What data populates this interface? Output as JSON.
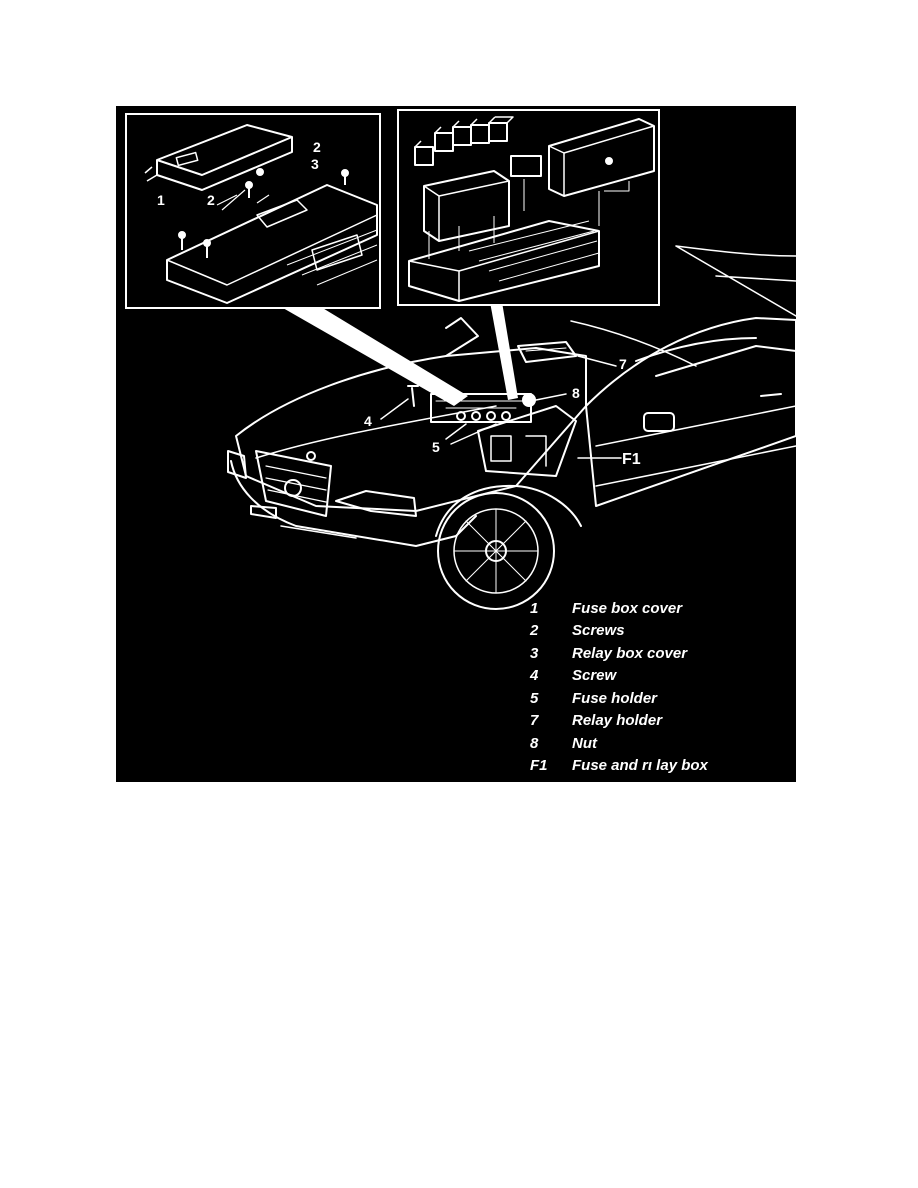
{
  "callouts": {
    "c1": "1",
    "c2a": "2",
    "c3": "3",
    "c2b": "2",
    "c4": "4",
    "c5": "5",
    "c7": "7",
    "c8": "8",
    "cF1": "F1"
  },
  "legend": [
    {
      "key": "1",
      "text": "Fuse box cover"
    },
    {
      "key": "2",
      "text": "Screws"
    },
    {
      "key": "3",
      "text": "Relay box cover"
    },
    {
      "key": "4",
      "text": "Screw"
    },
    {
      "key": "5",
      "text": "Fuse holder"
    },
    {
      "key": "7",
      "text": "Relay holder"
    },
    {
      "key": "8",
      "text": "Nut"
    },
    {
      "key": "F1",
      "text": "Fuse and rι lay box"
    }
  ],
  "colors": {
    "background": "#000000",
    "linework": "#ffffff",
    "page": "#ffffff"
  }
}
